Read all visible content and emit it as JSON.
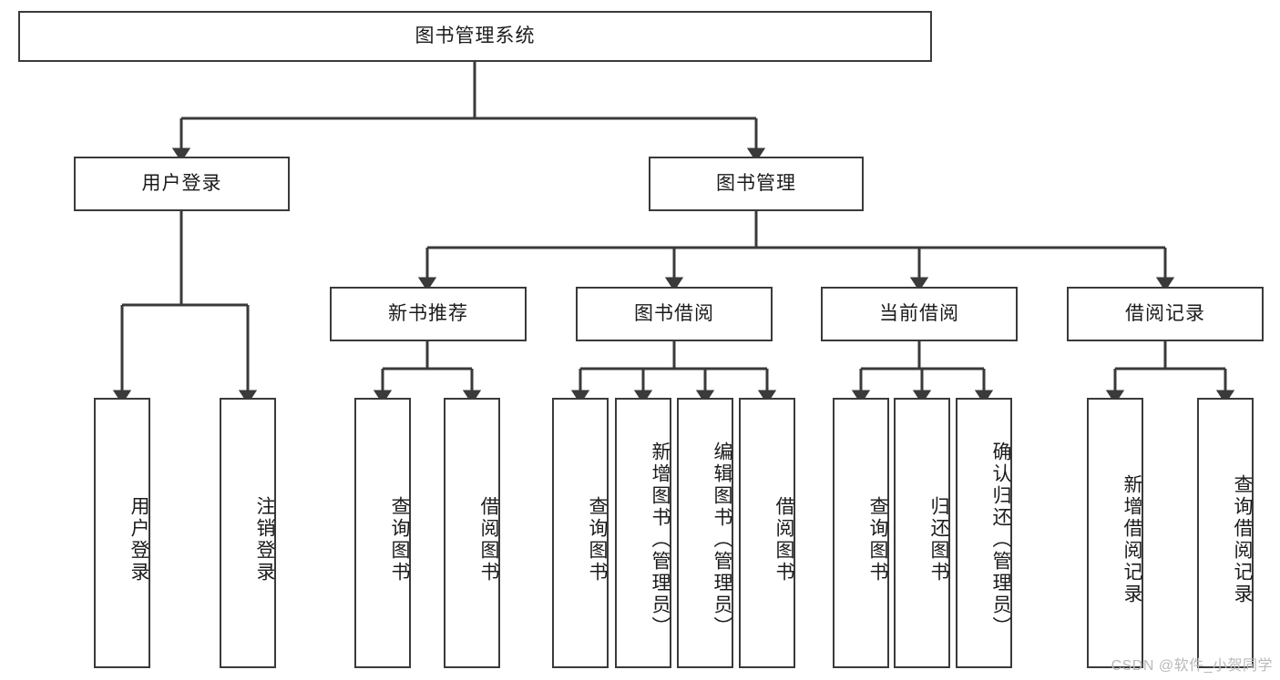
{
  "diagram": {
    "type": "tree-hierarchy",
    "title": "图书管理系统",
    "watermark": "CSDN @软件_小贺同学",
    "colors": {
      "box_border": "#3a3a3a",
      "box_fill": "#ffffff",
      "edge": "#3a3a3a",
      "text": "#1b1b1b",
      "watermark": "#b9b9b9",
      "background": "#ffffff"
    },
    "nodes": {
      "root": {
        "label": "图书管理系统"
      },
      "level1": [
        {
          "id": "user-login",
          "label": "用户登录"
        },
        {
          "id": "book-manage",
          "label": "图书管理"
        }
      ],
      "level2": [
        {
          "id": "new-book-recommend",
          "label": "新书推荐"
        },
        {
          "id": "book-borrow",
          "label": "图书借阅"
        },
        {
          "id": "current-borrow",
          "label": "当前借阅"
        },
        {
          "id": "borrow-record",
          "label": "借阅记录"
        }
      ],
      "leaves_user_login": [
        {
          "id": "leaf-user-login",
          "label": "用户登录"
        },
        {
          "id": "leaf-logout",
          "label": "注销登录"
        }
      ],
      "leaves_new_book_recommend": [
        {
          "id": "leaf-query-book-1",
          "label": "查询图书"
        },
        {
          "id": "leaf-borrow-book-1",
          "label": "借阅图书"
        }
      ],
      "leaves_book_borrow": [
        {
          "id": "leaf-query-book-2",
          "label": "查询图书"
        },
        {
          "id": "leaf-add-book",
          "label": "新增图书（管理员）"
        },
        {
          "id": "leaf-edit-book",
          "label": "编辑图书（管理员）"
        },
        {
          "id": "leaf-borrow-book-2",
          "label": "借阅图书"
        }
      ],
      "leaves_current_borrow": [
        {
          "id": "leaf-query-book-3",
          "label": "查询图书"
        },
        {
          "id": "leaf-return-book",
          "label": "归还图书"
        },
        {
          "id": "leaf-confirm-return",
          "label": "确认归还（管理员）"
        }
      ],
      "leaves_borrow_record": [
        {
          "id": "leaf-add-record",
          "label": "新增借阅记录"
        },
        {
          "id": "leaf-query-record",
          "label": "查询借阅记录"
        }
      ]
    }
  }
}
